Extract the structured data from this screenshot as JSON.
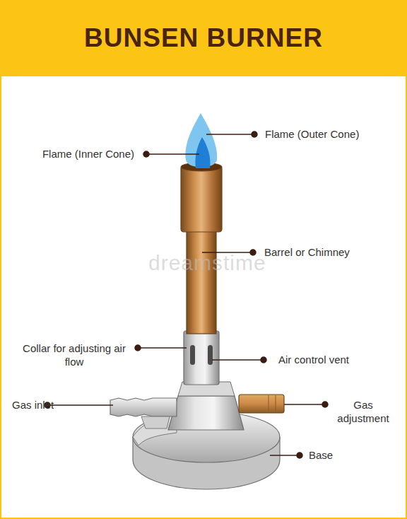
{
  "diagram": {
    "title": "BUNSEN BURNER",
    "labels": [
      "Flame (Outer Cone)",
      "Flame (Inner Cone)",
      "Barrel or Chimney",
      "Collar for adjusting air flow",
      "Air control vent",
      "Gas inlet",
      "Gas adjustment",
      "Base",
      "dreamstime"
    ]
  }
}
